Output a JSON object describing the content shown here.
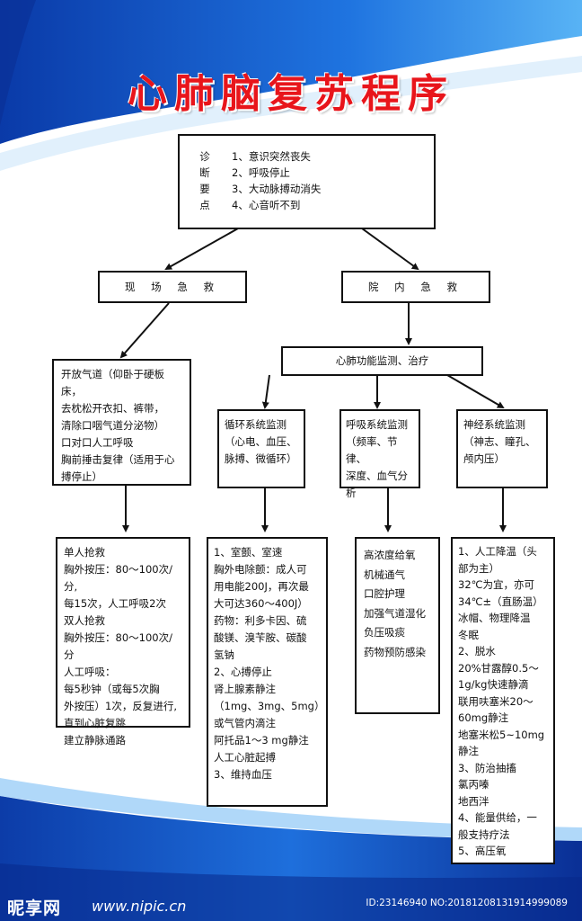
{
  "title": "心肺脑复苏程序",
  "diagnosis": {
    "side": [
      "诊",
      "断",
      "要",
      "点"
    ],
    "items": [
      "1、意识突然丧失",
      "2、呼吸停止",
      "3、大动脉搏动消失",
      "4、心音听不到"
    ]
  },
  "field_rescue": {
    "label": "现 场 急 救"
  },
  "hospital_rescue": {
    "label": "院 内 急 救"
  },
  "monitoring": {
    "label": "心肺功能监测、治疗"
  },
  "field_steps": {
    "lines": [
      "开放气道（仰卧于硬板床，",
      "去枕松开衣扣、裤带，",
      "清除口咽气道分泌物）",
      "口对口人工呼吸",
      "胸前捶击复律（适用于心",
      "搏停止）"
    ]
  },
  "circulation": {
    "lines": [
      "循环系统监测",
      "（心电、血压、",
      "脉搏、微循环）"
    ]
  },
  "respiration": {
    "lines": [
      "呼吸系统监测",
      "（频率、节律、",
      "深度、血气分",
      "析"
    ]
  },
  "nervous": {
    "lines": [
      "神经系统监测",
      "（神志、瞳孔、",
      "颅内压）"
    ]
  },
  "cpr_detail": {
    "lines": [
      "单人抢救",
      "胸外按压：80～100次/分,",
      "每15次，人工呼吸2次",
      "双人抢救",
      "胸外按压：80～100次/分",
      "人工呼吸：",
      "每5秒钟（或每5次胸",
      "外按压）1次，反复进行,",
      "直到心脏复跳",
      "建立静脉通路"
    ]
  },
  "circulation_detail": {
    "lines": [
      "1、室颤、室速",
      "胸外电除颤：成人可",
      "用电能200J，再次最",
      "大可达360～400J）",
      "药物：利多卡因、硫",
      "酸镁、溴苄胺、碳酸",
      "氢钠",
      "2、心搏停止",
      "肾上腺素静注",
      "（1mg、3mg、5mg）",
      "或气管内滴注",
      "阿托品1～3 mg静注",
      "人工心脏起搏",
      "3、维持血压"
    ]
  },
  "respiration_detail": {
    "lines": [
      "高浓度给氧",
      "机械通气",
      "口腔护理",
      "加强气道湿化",
      "负压吸痰",
      "药物预防感染"
    ]
  },
  "nervous_detail": {
    "lines": [
      "1、人工降温（头",
      "部为主）",
      "32℃为宜，亦可",
      "34℃±（直肠温）",
      "冰帽、物理降温",
      "冬眠",
      "2、脱水",
      "20%甘露醇0.5～",
      "1g/kg快速静滴",
      "联用呋塞米20～",
      "60mg静注",
      "地塞米松5~10mg",
      "静注",
      "3、防治抽搐",
      "氯丙嗪",
      "地西泮",
      "4、能量供给，一",
      "般支持疗法",
      "5、高压氧"
    ]
  },
  "footer": {
    "logo": "昵享网",
    "url": "www.nipic.cn",
    "id": "ID:23146940 NO:20181208131914999089"
  },
  "colors": {
    "title": "#e8151b",
    "background_blue": "#1b5fd0",
    "border": "#111111"
  }
}
